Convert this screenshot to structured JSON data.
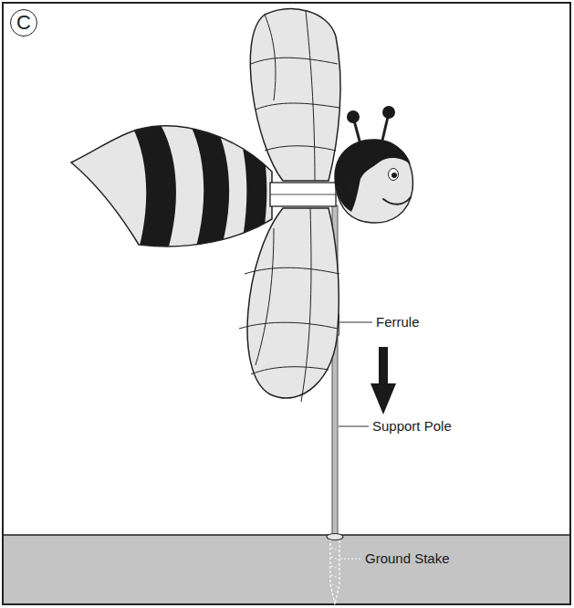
{
  "diagram": {
    "nodes": [
      {
        "text": [
          "C"
        ]
      }
    ],
    "labels": [
      "Ferrule",
      "Support Pole",
      "Ground Stake"
    ]
  }
}
